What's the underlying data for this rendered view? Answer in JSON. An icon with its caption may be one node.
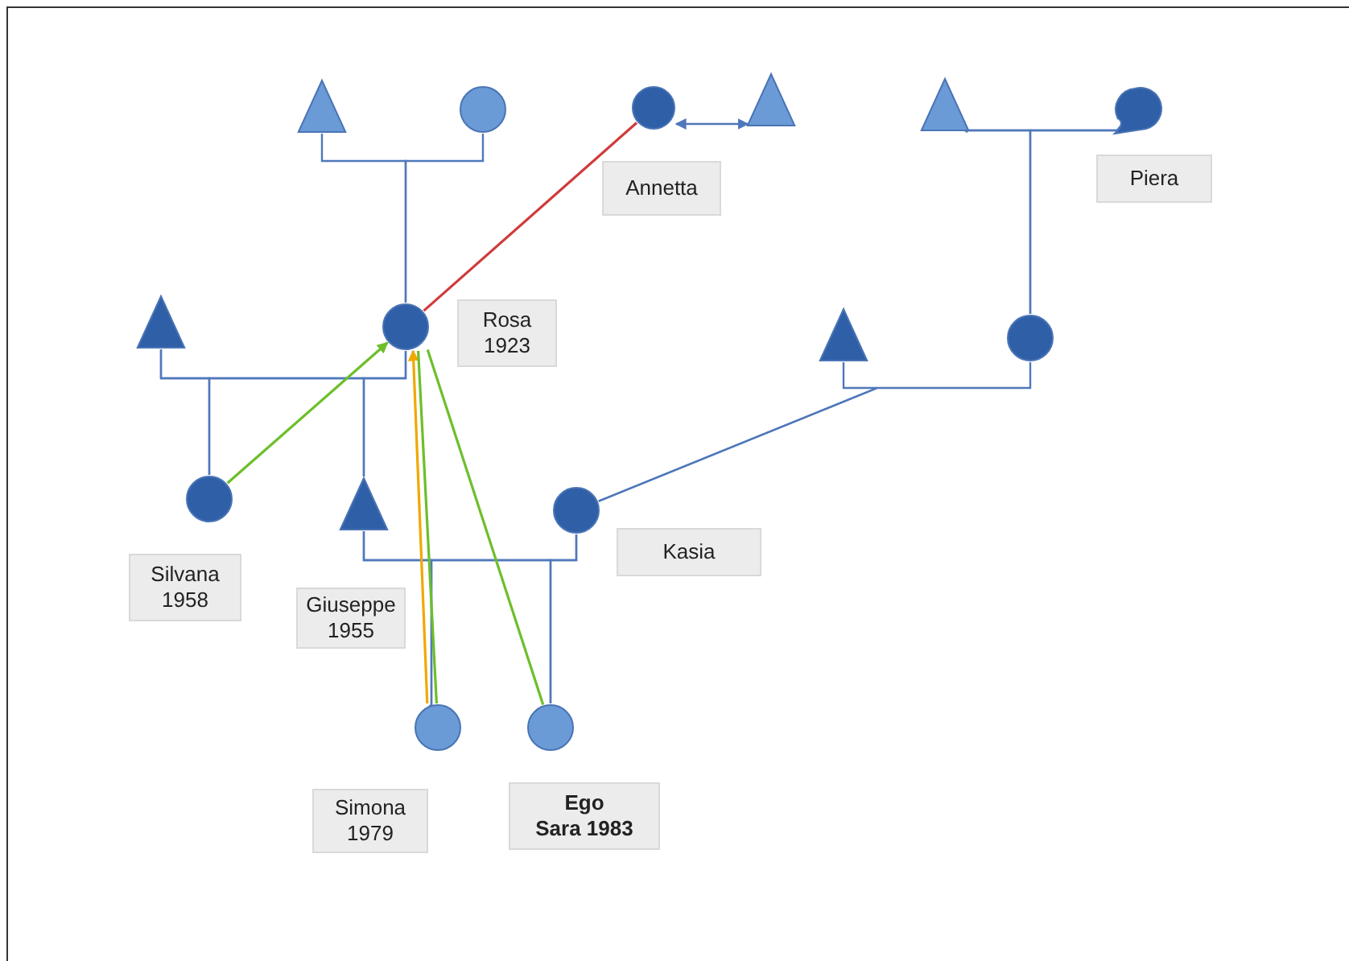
{
  "diagram": {
    "nodes": [
      {
        "text": [],
        "shape": "triangle"
      },
      {
        "text": [],
        "shape": "circle"
      },
      {
        "text": [],
        "shape": "circle"
      },
      {
        "text": [],
        "shape": "triangle"
      },
      {
        "text": [
          "Annetta"
        ]
      },
      {
        "text": [],
        "shape": "triangle"
      },
      {
        "text": [],
        "shape": "circle"
      },
      {
        "text": [
          "Piera"
        ]
      },
      {
        "text": [],
        "shape": "triangle"
      },
      {
        "text": [],
        "shape": "circle"
      },
      {
        "text": [
          "Rosa 1923"
        ]
      },
      {
        "text": [],
        "shape": "triangle"
      },
      {
        "text": [],
        "shape": "circle"
      },
      {
        "text": [],
        "shape": "circle"
      },
      {
        "text": [],
        "shape": "triangle"
      },
      {
        "text": [],
        "shape": "circle"
      },
      {
        "text": [
          "Kasia"
        ]
      },
      {
        "text": [
          "Silvana 1958"
        ]
      },
      {
        "text": [
          "Giuseppe 1955"
        ]
      },
      {
        "text": [],
        "shape": "circle"
      },
      {
        "text": [],
        "shape": "circle"
      },
      {
        "text": [
          "Simona 1979"
        ]
      },
      {
        "text": [
          "Ego",
          "Sara 1983"
        ]
      }
    ],
    "edges": [
      {
        "from": 0,
        "to": 9,
        "arrow": "none"
      },
      {
        "from": 1,
        "to": 9,
        "arrow": "none"
      },
      {
        "from": 2,
        "to": 3,
        "arrow": "both"
      },
      {
        "from": 6,
        "to": 5,
        "arrow": "to"
      },
      {
        "from": 5,
        "to": 12,
        "arrow": "none"
      },
      {
        "from": 6,
        "to": 12,
        "arrow": "none"
      },
      {
        "from": 8,
        "to": 13,
        "arrow": "none"
      },
      {
        "from": 9,
        "to": 13,
        "arrow": "none"
      },
      {
        "from": 8,
        "to": 14,
        "arrow": "none"
      },
      {
        "from": 9,
        "to": 14,
        "arrow": "none"
      },
      {
        "from": 14,
        "to": 19,
        "arrow": "none"
      },
      {
        "from": 15,
        "to": 19,
        "arrow": "none"
      },
      {
        "from": 14,
        "to": 20,
        "arrow": "none"
      },
      {
        "from": 15,
        "to": 20,
        "arrow": "none"
      },
      {
        "from": 11,
        "to": 15,
        "arrow": "none"
      },
      {
        "from": 12,
        "to": 15,
        "arrow": "none"
      },
      {
        "from": 2,
        "to": 9,
        "arrow": "none",
        "color": "#d03a3a"
      },
      {
        "from": 13,
        "to": 9,
        "arrow": "to",
        "color": "#6cbf2a"
      },
      {
        "from": 19,
        "to": 9,
        "arrow": "to",
        "color": "#f0a800"
      },
      {
        "from": 19,
        "to": 9,
        "arrow": "none",
        "color": "#6cbf2a"
      },
      {
        "from": 20,
        "to": 9,
        "arrow": "none",
        "color": "#6cbf2a"
      }
    ]
  }
}
